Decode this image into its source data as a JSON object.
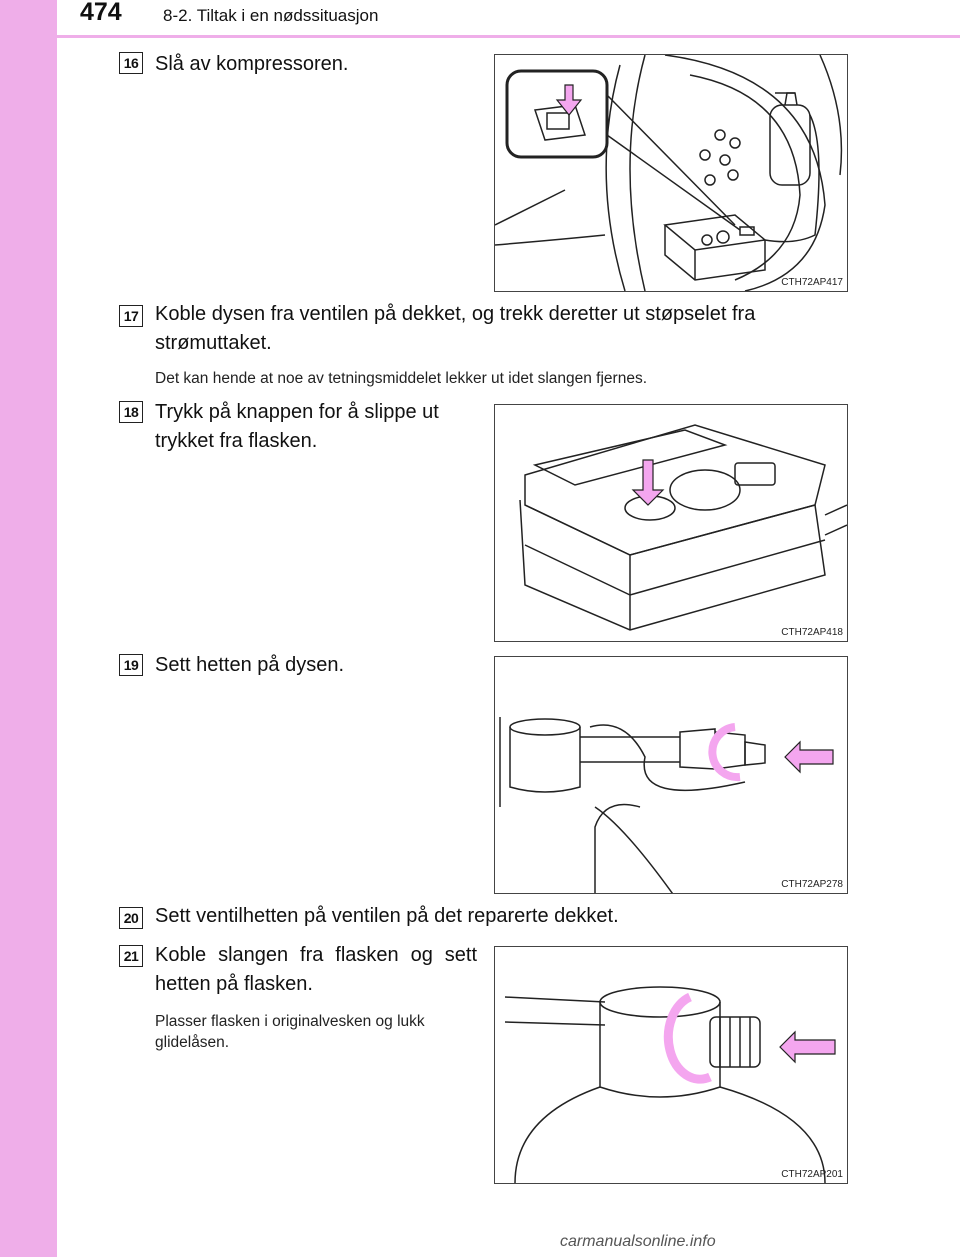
{
  "header": {
    "page_number": "474",
    "section_title": "8-2. Tiltak i en nødssituasjon"
  },
  "steps": [
    {
      "number": "16",
      "text": "Slå av kompressoren.",
      "note": "",
      "figure_caption": "CTH72AP417"
    },
    {
      "number": "17",
      "text": "Koble dysen fra ventilen på dekket, og trekk deretter ut støpselet fra strømuttaket.",
      "note": "Det kan hende at noe av tetningsmiddelet lekker ut idet slangen fjernes.",
      "figure_caption": ""
    },
    {
      "number": "18",
      "text": "Trykk på knappen for å slippe ut trykket fra flasken.",
      "note": "",
      "figure_caption": "CTH72AP418"
    },
    {
      "number": "19",
      "text": "Sett hetten på dysen.",
      "note": "",
      "figure_caption": "CTH72AP278"
    },
    {
      "number": "20",
      "text": "Sett ventilhetten på ventilen på det reparerte dekket.",
      "note": "",
      "figure_caption": ""
    },
    {
      "number": "21",
      "text": "Koble slangen fra flasken og sett hetten på flasken.",
      "note": "Plasser flasken i originalvesken og lukk glidelåsen.",
      "figure_caption": "CTH72AP201"
    }
  ],
  "footer": {
    "watermark": "carmanualsonline.info"
  },
  "colors": {
    "accent_pink": "#efaee9",
    "arrow_pink": "#f4a6ef"
  }
}
